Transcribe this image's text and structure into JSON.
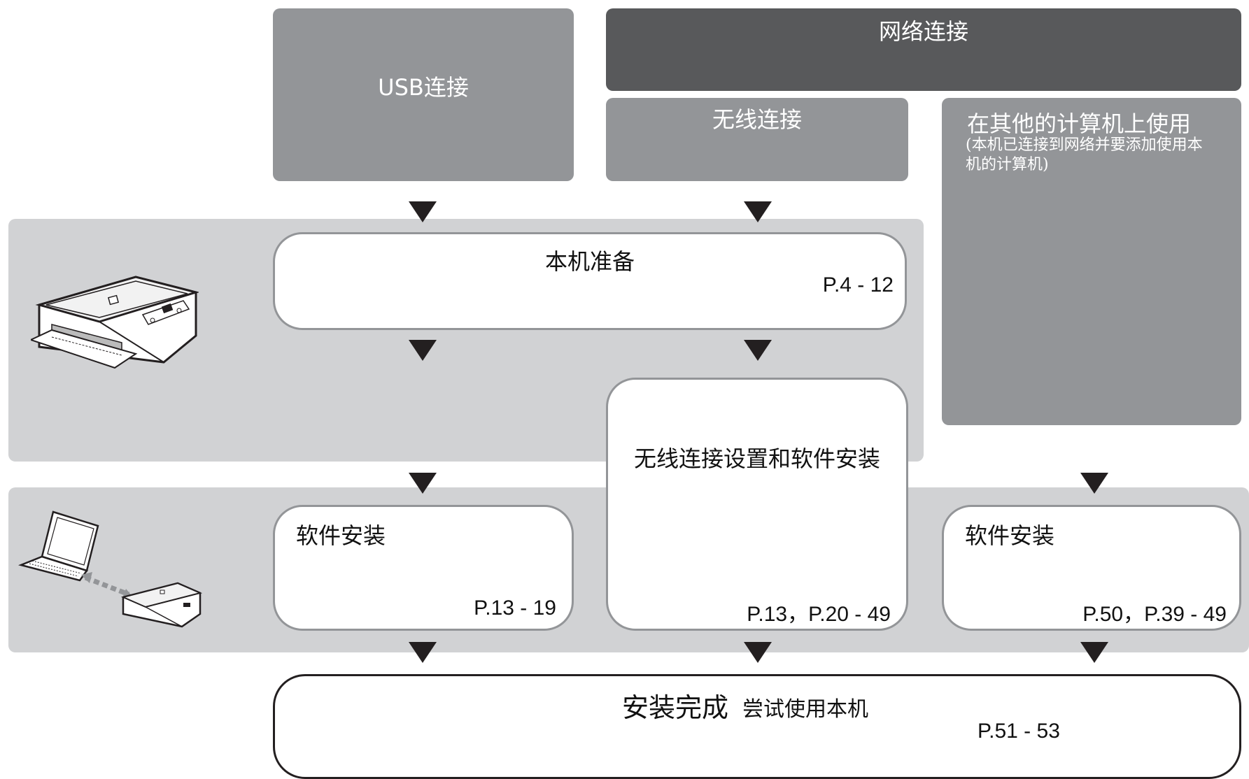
{
  "headers": {
    "usb": "USB连接",
    "network": "网络连接",
    "wireless": "无线连接",
    "other_pc": {
      "title": "在其他的计算机上使用",
      "note": "(本机已连接到网络并要添加使用本机的计算机)"
    }
  },
  "steps": {
    "prepare": {
      "title": "本机准备",
      "ref": "P.4 - 12"
    },
    "wireless_setup": {
      "title": "无线连接设置和软件安装",
      "ref": "P.13，P.20 - 49"
    },
    "usb_software": {
      "title": "软件安装",
      "ref": "P.13 - 19"
    },
    "other_software": {
      "title": "软件安装",
      "ref": "P.50，P.39 - 49"
    },
    "complete": {
      "title": "安装完成",
      "subtitle": "尝试使用本机",
      "ref": "P.51 - 53"
    }
  },
  "illustrations": {
    "printer": "printer-illustration",
    "laptop_printer": "laptop-printer-connection-illustration"
  },
  "colors": {
    "band": "#d1d2d4",
    "header_medium": "#939598",
    "header_dark": "#58595b",
    "arrow": "#231f20"
  }
}
